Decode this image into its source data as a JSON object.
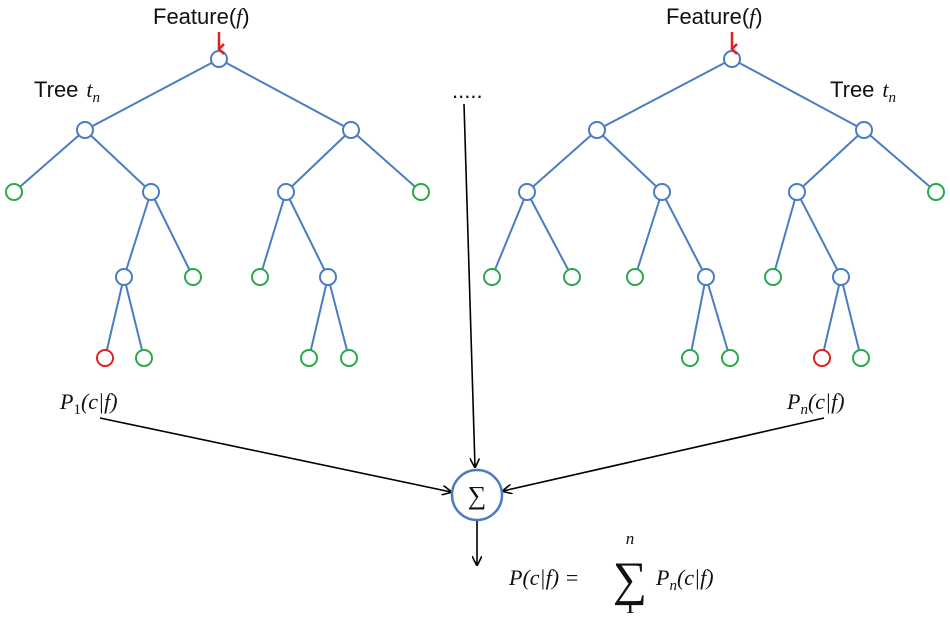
{
  "left_tree": {
    "feature_label": "Feature(",
    "feature_var": "f",
    "feature_close": ")",
    "tree_label": "Tree",
    "tree_var": "t",
    "tree_sub": "n",
    "prob_label": "P",
    "prob_sub": "1",
    "prob_args": "(c|f)"
  },
  "right_tree": {
    "feature_label": "Feature(",
    "feature_var": "f",
    "feature_close": ")",
    "tree_label": "Tree",
    "tree_var": "t",
    "tree_sub": "n",
    "prob_label": "P",
    "prob_sub": "n",
    "prob_args": "(c|f)"
  },
  "ellipsis": ".....",
  "sum_symbol": "∑",
  "formula": {
    "lhs": "P(c|f) =",
    "sigma": "∑",
    "upper": "n",
    "lower": "1",
    "term": "P",
    "term_sub": "n",
    "term_args": "(c|f)"
  },
  "colors": {
    "internal_node": "#4a7cc4",
    "leaf_node": "#2aa84a",
    "selected_node": "#e02020",
    "feature_arrow": "#e02020"
  }
}
